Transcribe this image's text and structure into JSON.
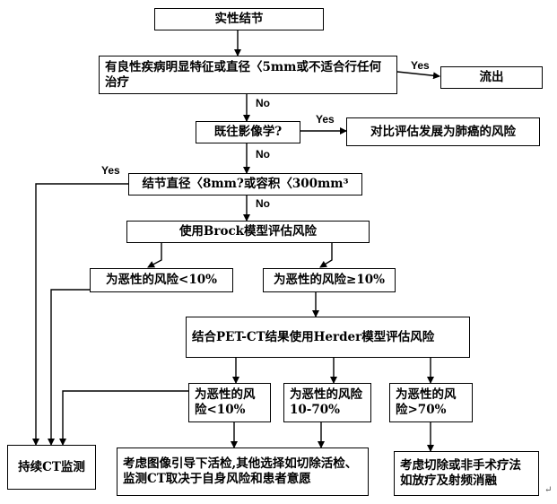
{
  "nodes": {
    "solid_nodule": "实性结节",
    "benign_features": "有良性疾病明显特征或直径〈5mm或不适合行任何治疗",
    "outflow": "流出",
    "prior_imaging": "既往影像学?",
    "compare_growth": "对比评估发展为肺癌的风险",
    "nodule_size": "结节直径〈8mm?或容积〈300mm³",
    "brock_model": "使用Brock模型评估风险",
    "risk_lt10": "为恶性的风险<10%",
    "risk_ge10": "为恶性的风险≥10%",
    "herder_model": "结合PET-CT结果使用Herder模型评估风险",
    "herder_lt10": "为恶性的风险<10%",
    "herder_10_70": "为恶性的风险10-70%",
    "herder_gt70": "为恶性的风险>70%",
    "ct_monitor": "持续CT监测",
    "biopsy_option": "考虑图像引导下活检,其他选择如切除活检、监测CT取决于自身风险和患者意愿",
    "resection_option": "考虑切除或非手术疗法如放疗及射频消融"
  },
  "edge_labels": {
    "yes_1": "Yes",
    "no_1": "No",
    "yes_2": "Yes",
    "no_2": "No",
    "yes_3": "Yes",
    "no_3": "No"
  },
  "return_mark": "↵"
}
